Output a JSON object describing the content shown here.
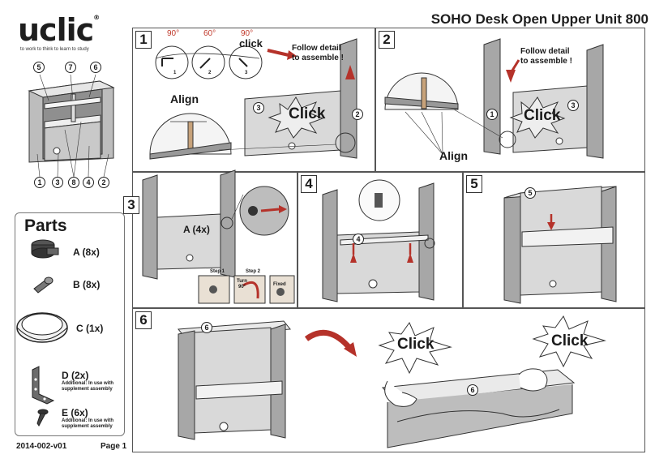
{
  "header": {
    "logo": "uclic",
    "logo_mark": "®",
    "tagline": "to work  to think  to learn  to study",
    "title": "SOHO Desk Open Upper Unit 800"
  },
  "overview": {
    "top_labels": [
      "5",
      "7",
      "6"
    ],
    "bottom_labels": [
      "1",
      "3",
      "8",
      "4",
      "2"
    ]
  },
  "parts": {
    "title": "Parts",
    "items": [
      {
        "label": "A (8x)",
        "note": ""
      },
      {
        "label": "B (8x)",
        "note": ""
      },
      {
        "label": "C (1x)",
        "note": ""
      },
      {
        "label": "D (2x)",
        "note": "Additional: In use with supplement assembly"
      },
      {
        "label": "E (6x)",
        "note": "Additional: In use with supplement assembly"
      }
    ]
  },
  "footer": {
    "doc_id": "2014-002-v01",
    "page": "Page 1"
  },
  "steps": {
    "s1": {
      "num": "1",
      "angles": [
        "90°",
        "60°",
        "90°"
      ],
      "click_small": "click",
      "sub_labels": [
        "1",
        "2",
        "3"
      ],
      "callout_line1": "Follow detail",
      "callout_line2": "to assemble !",
      "align": "Align",
      "click_big": "Click",
      "part_left": "3",
      "part_right": "2"
    },
    "s2": {
      "num": "2",
      "callout_line1": "Follow detail",
      "callout_line2": "to assemble !",
      "align": "Align",
      "click_big": "Click",
      "part_left": "1",
      "part_right": "3"
    },
    "s3": {
      "num": "3",
      "label": "A (4x)",
      "step1": "Step 1",
      "step2": "Step 2",
      "turn": "Turn",
      "turn_deg": "90°",
      "fixed": "Fixed"
    },
    "s4": {
      "num": "4",
      "part": "4"
    },
    "s5": {
      "num": "5",
      "part": "5"
    },
    "s6": {
      "num": "6",
      "part": "6",
      "click_left": "Click",
      "click_right": "Click"
    }
  },
  "colors": {
    "arrow_red": "#b5322a",
    "panel_gray": "#a7a7a7",
    "panel_light": "#d9d9d9",
    "frame": "#555555"
  }
}
